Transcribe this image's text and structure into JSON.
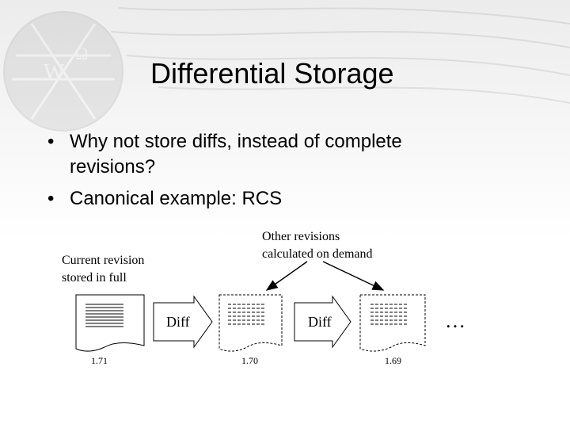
{
  "slide": {
    "title": "Differential Storage",
    "bullets": [
      {
        "line1": "Why not store diffs, instead of complete",
        "line2": "revisions?"
      },
      {
        "line1": "Canonical example: RCS"
      }
    ]
  },
  "diagram": {
    "current_note": {
      "line1": "Current revision",
      "line2": "stored in full"
    },
    "other_note": {
      "line1": "Other revisions",
      "line2": "calculated on demand"
    },
    "diff_labels": [
      "Diff",
      "Diff"
    ],
    "versions": [
      "1.71",
      "1.70",
      "1.69"
    ],
    "ellipsis": "…"
  }
}
